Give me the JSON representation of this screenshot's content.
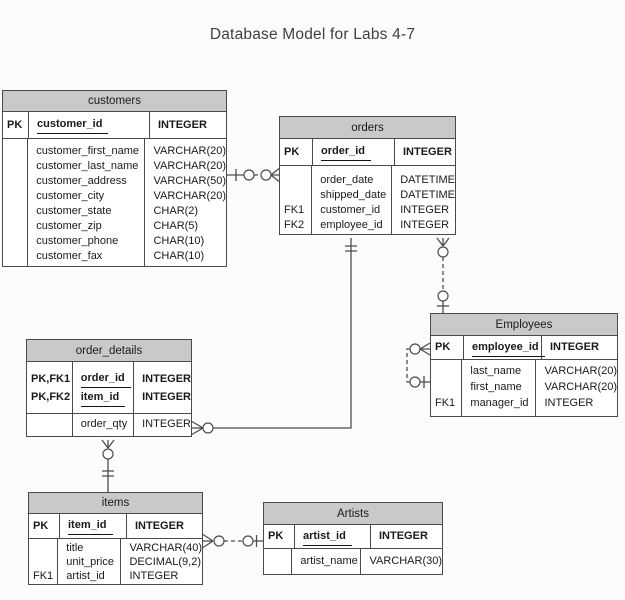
{
  "title": "Database Model for Labs 4-7",
  "colors": {
    "background": "#fcfcfc",
    "surface": "#ffffff",
    "header_fill": "#c9c9c9",
    "border": "#4a4a4a",
    "line": "#4d4d4d",
    "text": "#1a1a1a",
    "title": "#3f3f3f"
  },
  "entities": {
    "customers": {
      "name": "customers",
      "keys": [
        {
          "key": "PK",
          "attr": "customer_id",
          "type": "INTEGER"
        }
      ],
      "rows": [
        {
          "key": "",
          "attr": "customer_first_name",
          "type": "VARCHAR(20)"
        },
        {
          "key": "",
          "attr": "customer_last_name",
          "type": "VARCHAR(20)"
        },
        {
          "key": "",
          "attr": "customer_address",
          "type": "VARCHAR(50)"
        },
        {
          "key": "",
          "attr": "customer_city",
          "type": "VARCHAR(20)"
        },
        {
          "key": "",
          "attr": "customer_state",
          "type": "CHAR(2)"
        },
        {
          "key": "",
          "attr": "customer_zip",
          "type": "CHAR(5)"
        },
        {
          "key": "",
          "attr": "customer_phone",
          "type": "CHAR(10)"
        },
        {
          "key": "",
          "attr": "customer_fax",
          "type": "CHAR(10)"
        }
      ]
    },
    "orders": {
      "name": "orders",
      "keys": [
        {
          "key": "PK",
          "attr": "order_id",
          "type": "INTEGER"
        }
      ],
      "rows": [
        {
          "key": "",
          "attr": "order_date",
          "type": "DATETIME"
        },
        {
          "key": "",
          "attr": "shipped_date",
          "type": "DATETIME"
        },
        {
          "key": "FK1",
          "attr": "customer_id",
          "type": "INTEGER"
        },
        {
          "key": "FK2",
          "attr": "employee_id",
          "type": "INTEGER"
        }
      ]
    },
    "employees": {
      "name": "Employees",
      "keys": [
        {
          "key": "PK",
          "attr": "employee_id",
          "type": "INTEGER"
        }
      ],
      "rows": [
        {
          "key": "",
          "attr": "last_name",
          "type": "VARCHAR(20)"
        },
        {
          "key": "",
          "attr": "first_name",
          "type": "VARCHAR(20)"
        },
        {
          "key": "FK1",
          "attr": "manager_id",
          "type": "INTEGER"
        }
      ]
    },
    "order_details": {
      "name": "order_details",
      "keys": [
        {
          "key": "PK,FK1",
          "attr": "order_id",
          "type": "INTEGER"
        },
        {
          "key": "PK,FK2",
          "attr": "item_id",
          "type": "INTEGER"
        }
      ],
      "rows": [
        {
          "key": "",
          "attr": "order_qty",
          "type": "INTEGER"
        }
      ]
    },
    "items": {
      "name": "items",
      "keys": [
        {
          "key": "PK",
          "attr": "item_id",
          "type": "INTEGER"
        }
      ],
      "rows": [
        {
          "key": "",
          "attr": "title",
          "type": "VARCHAR(40)"
        },
        {
          "key": "",
          "attr": "unit_price",
          "type": "DECIMAL(9,2)"
        },
        {
          "key": "FK1",
          "attr": "artist_id",
          "type": "INTEGER"
        }
      ]
    },
    "artists": {
      "name": "Artists",
      "keys": [
        {
          "key": "PK",
          "attr": "artist_id",
          "type": "INTEGER"
        }
      ],
      "rows": [
        {
          "key": "",
          "attr": "artist_name",
          "type": "VARCHAR(30)"
        }
      ]
    }
  },
  "relationships": [
    {
      "from": "customers",
      "to": "orders",
      "from_cardinality": "zero-or-one",
      "to_cardinality": "zero-or-many",
      "line": "dashed"
    },
    {
      "from": "orders",
      "to": "order_details",
      "from_cardinality": "exactly-one",
      "to_cardinality": "zero-or-many",
      "line": "solid"
    },
    {
      "from": "employees",
      "to": "orders",
      "from_cardinality": "zero-or-one",
      "to_cardinality": "zero-or-many",
      "line": "dashed"
    },
    {
      "from": "employees",
      "to": "employees",
      "from_cardinality": "zero-or-one",
      "to_cardinality": "zero-or-many",
      "line": "dashed"
    },
    {
      "from": "items",
      "to": "order_details",
      "from_cardinality": "exactly-one",
      "to_cardinality": "zero-or-many",
      "line": "solid"
    },
    {
      "from": "artists",
      "to": "items",
      "from_cardinality": "zero-or-one",
      "to_cardinality": "zero-or-many",
      "line": "dashed"
    }
  ]
}
